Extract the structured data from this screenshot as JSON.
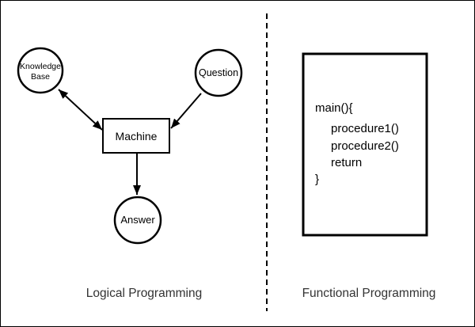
{
  "colors": {
    "ink": "#000000",
    "background": "#ffffff",
    "caption_text": "#333333"
  },
  "left_panel": {
    "caption": "Logical Programming",
    "nodes": {
      "knowledge_base": {
        "line1": "Knowledge",
        "line2": "Base"
      },
      "question": "Question",
      "machine": "Machine",
      "answer": "Answer"
    }
  },
  "right_panel": {
    "caption": "Functional Programming",
    "code_lines": [
      "main(){",
      "procedure1()",
      "procedure2()",
      "return",
      "}"
    ]
  }
}
